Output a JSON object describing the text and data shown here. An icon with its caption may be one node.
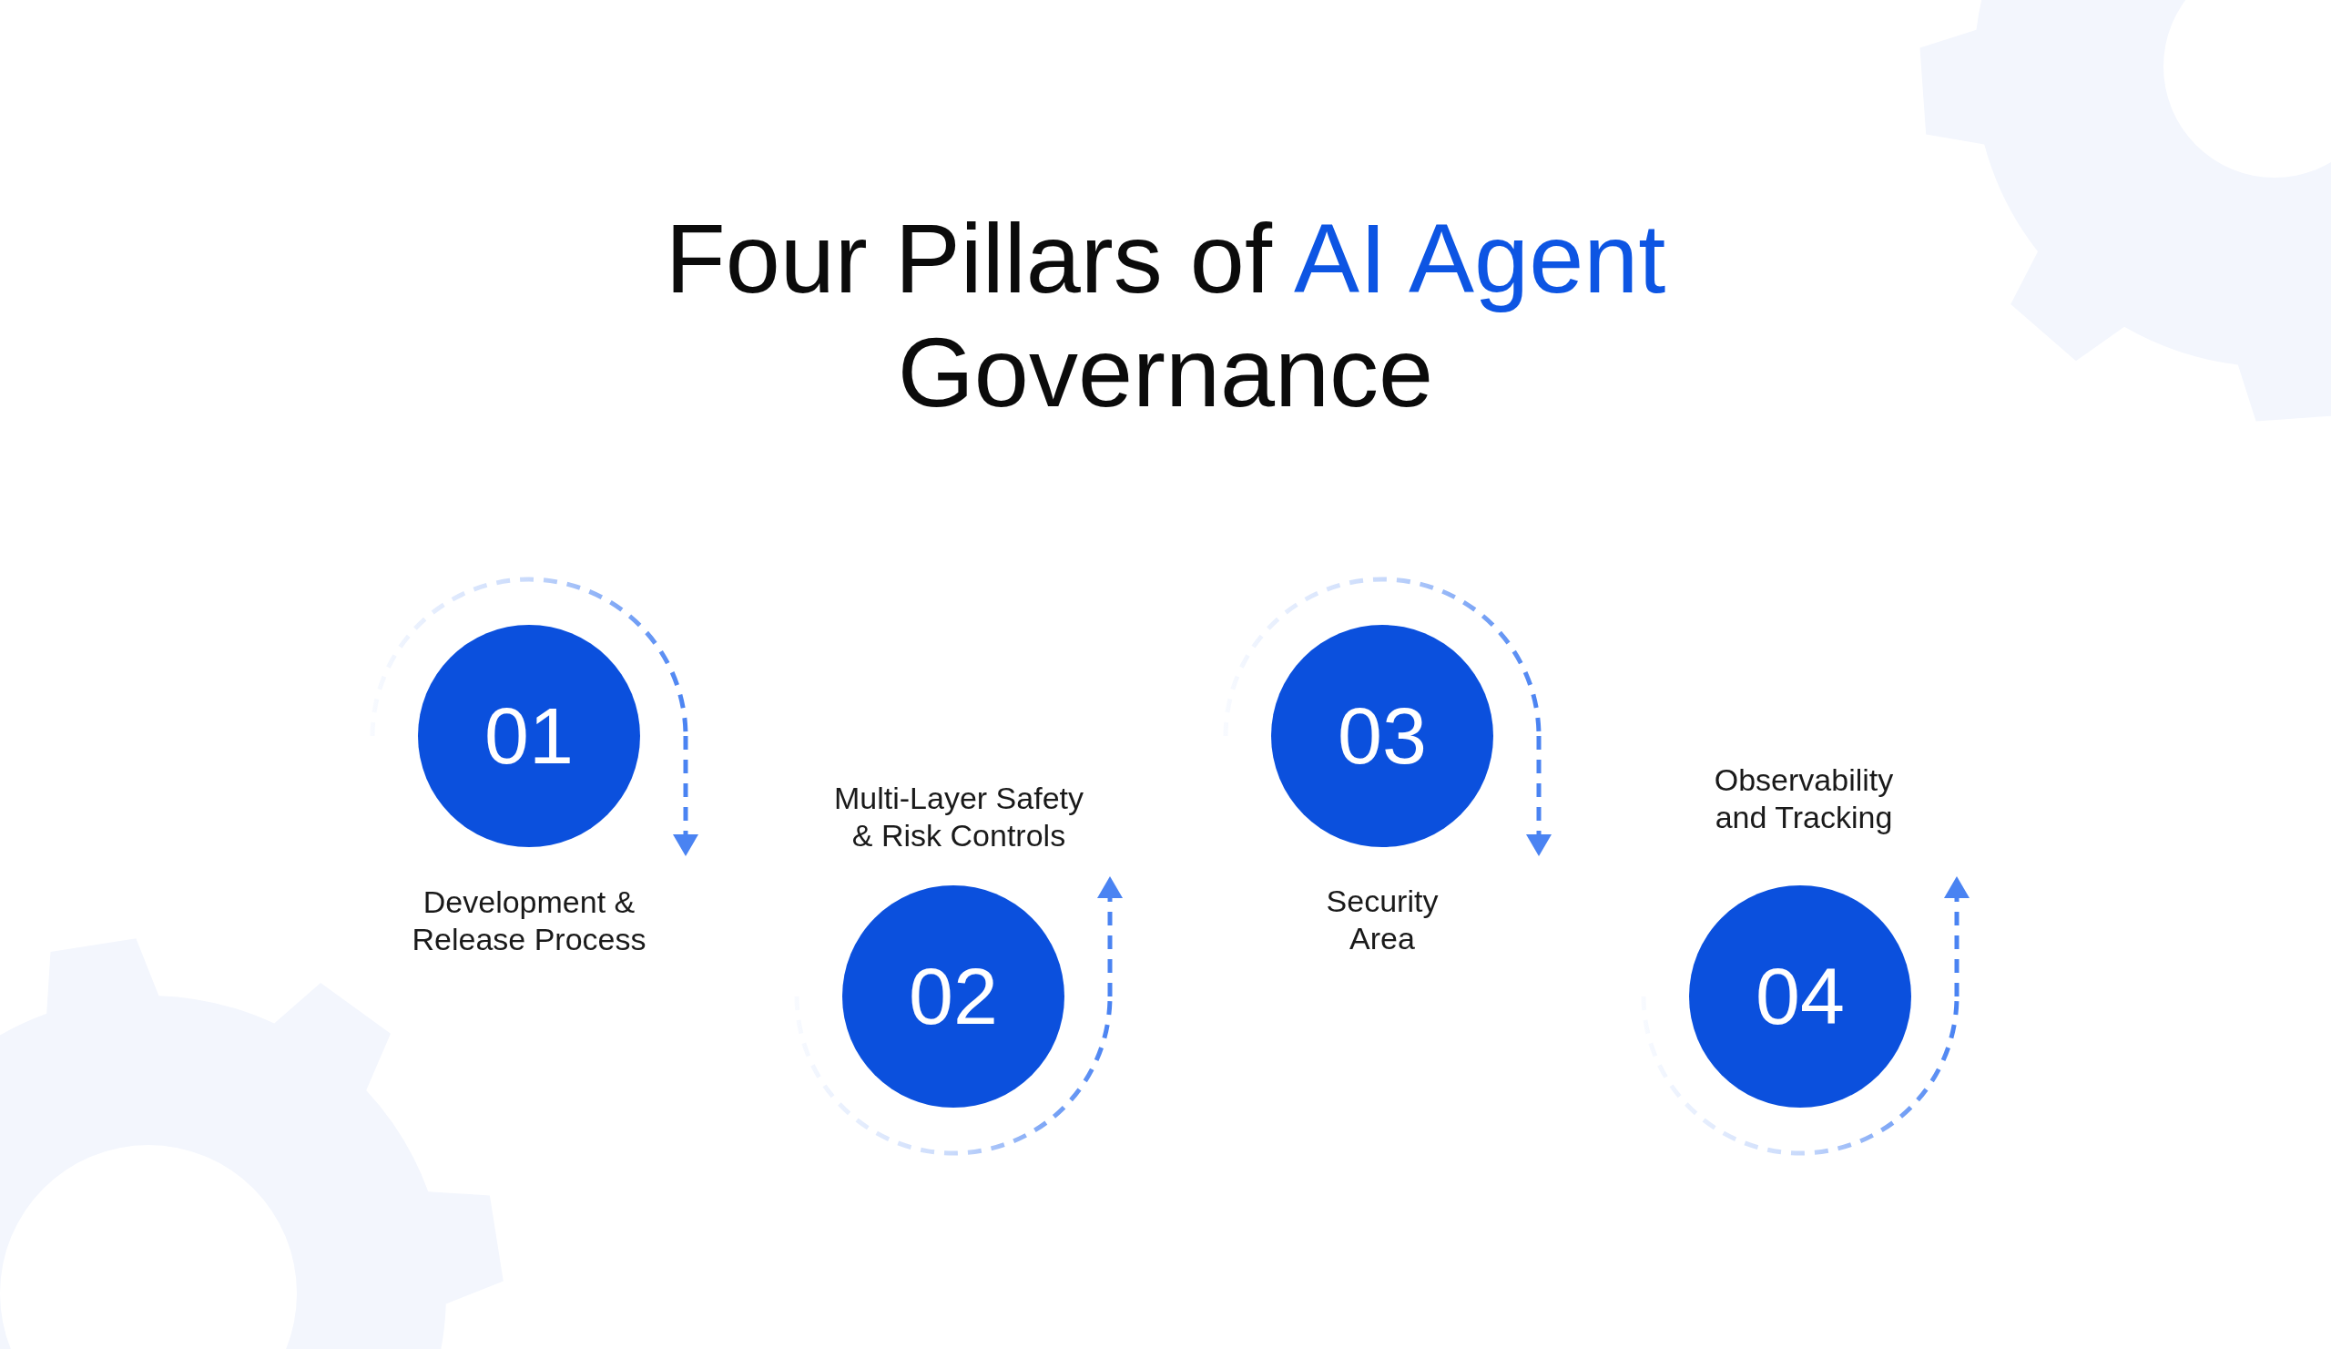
{
  "diagram": {
    "title": "Four Pillars of AI Agent Governance",
    "nodes": [
      {
        "text": [
          "01"
        ],
        "beside": [
          "Development & Release Process"
        ]
      },
      {
        "text": [
          "02"
        ],
        "beside": [
          "Multi-Layer Safety & Risk Controls"
        ]
      },
      {
        "text": [
          "03"
        ],
        "beside": [
          "Security Area"
        ]
      },
      {
        "text": [
          "04"
        ],
        "beside": [
          "Observability and Tracking"
        ]
      }
    ]
  }
}
